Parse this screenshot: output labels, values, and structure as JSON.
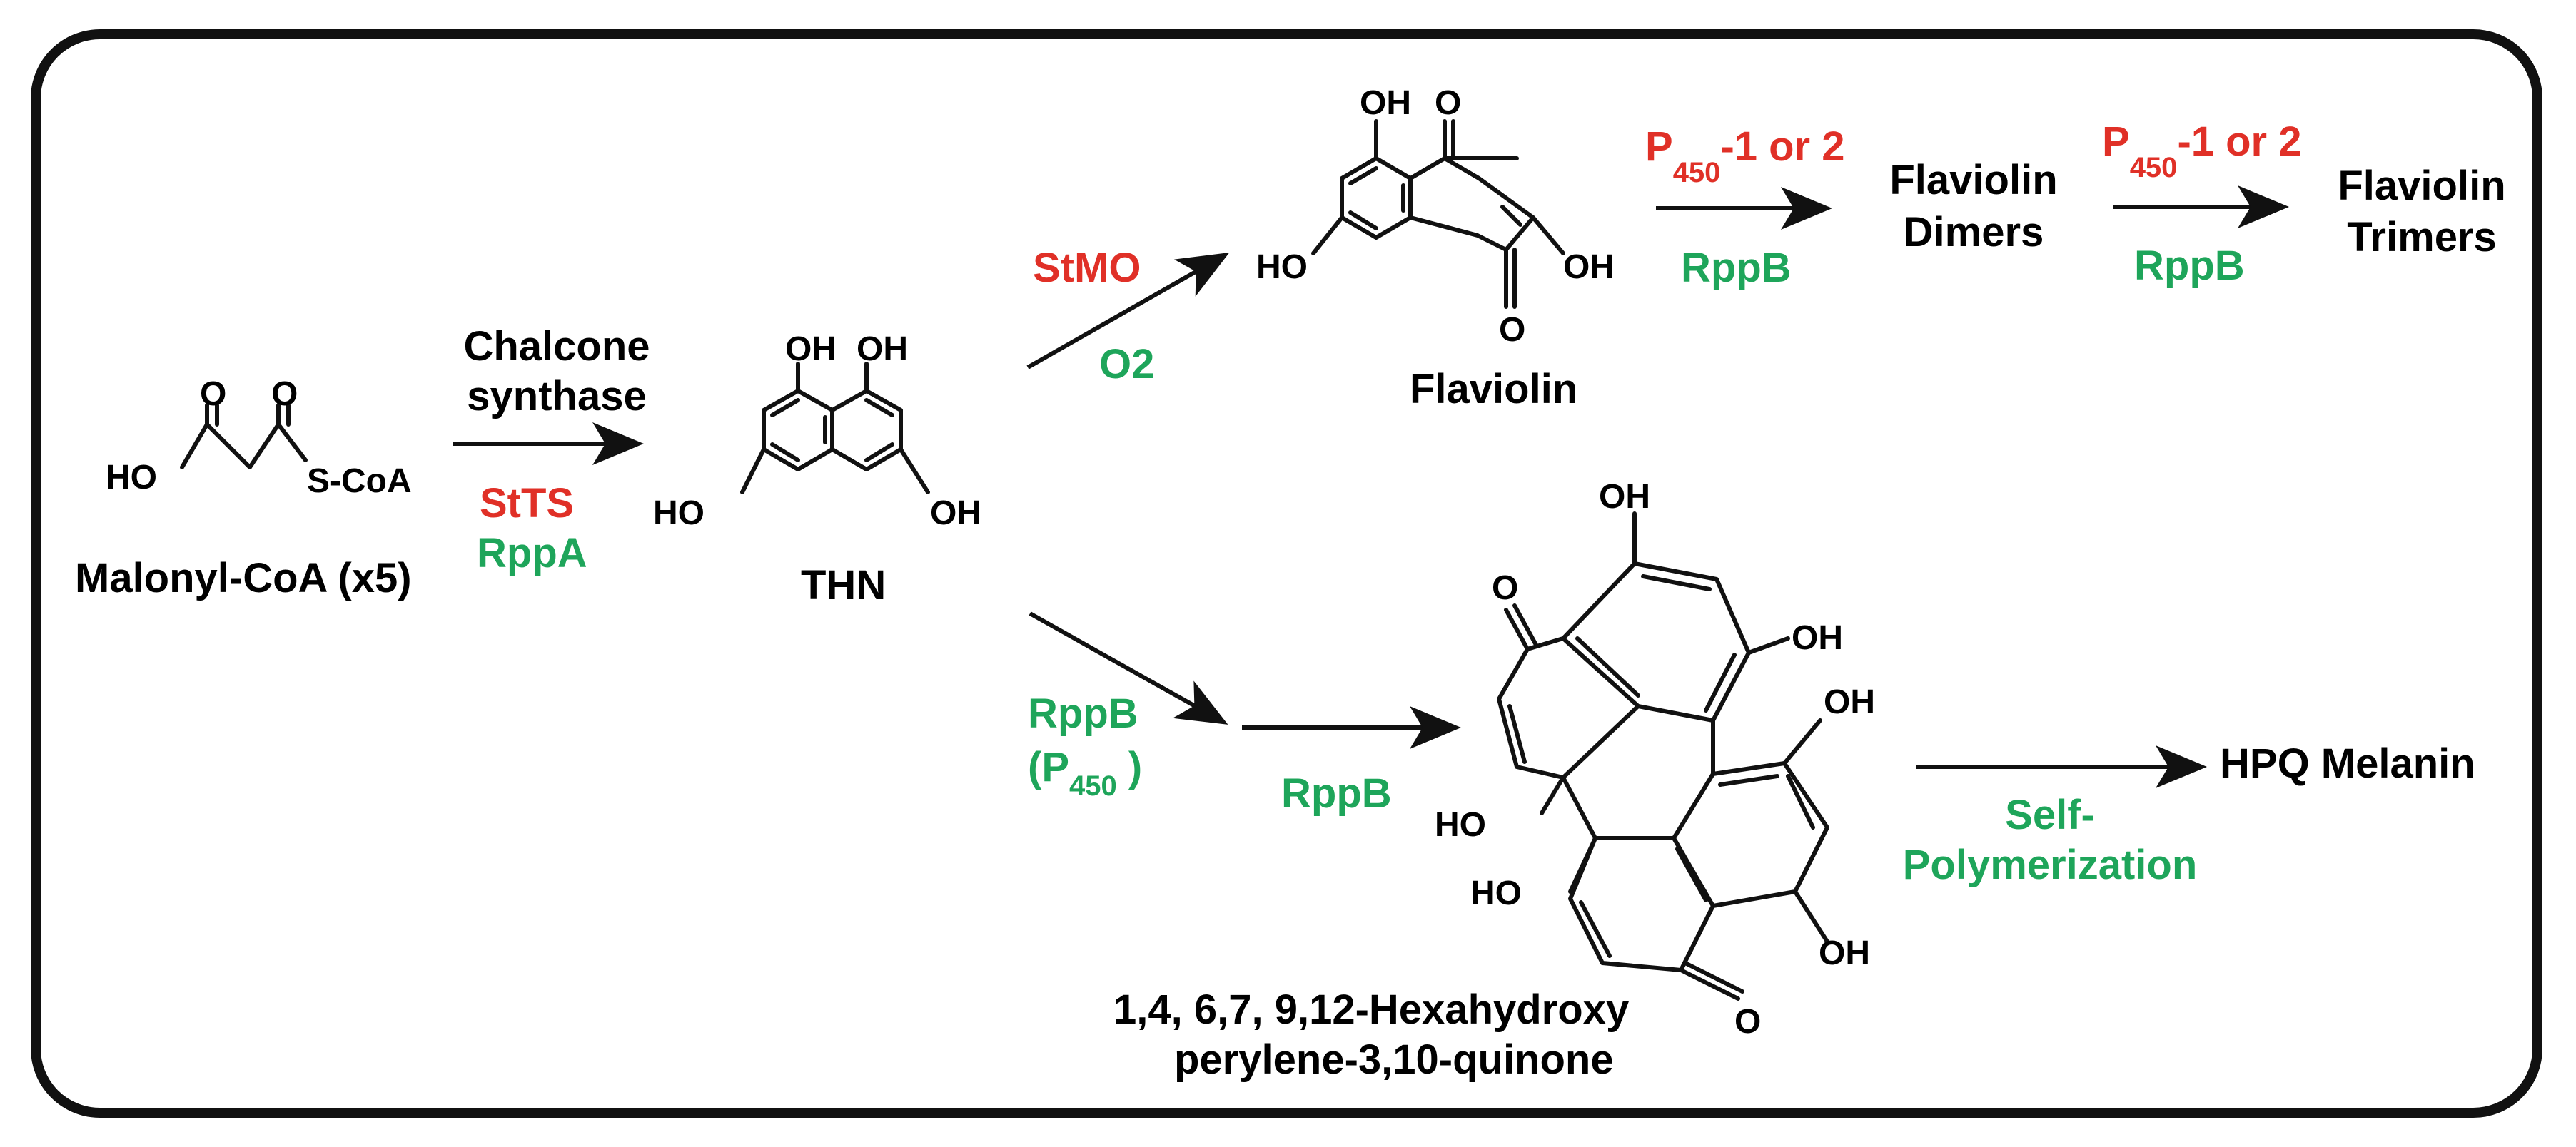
{
  "colors": {
    "black": "#111111",
    "red": "#e03027",
    "green": "#1ea55a",
    "border": "#111111"
  },
  "compounds": {
    "malonyl": {
      "name": "Malonyl-CoA (x5)",
      "ho": "HO",
      "o1": "O",
      "o2": "O",
      "scoa": "S-CoA"
    },
    "thn": {
      "name": "THN",
      "oh1": "OH",
      "oh2": "OH",
      "ho": "HO",
      "oh3": "OH"
    },
    "flaviolin": {
      "name": "Flaviolin",
      "oh_top": "OH",
      "o_top": "O",
      "ho": "HO",
      "oh_right": "OH",
      "o_bottom": "O"
    },
    "flaviolin_dimers": {
      "line1": "Flaviolin",
      "line2": "Dimers"
    },
    "flaviolin_trimers": {
      "line1": "Flaviolin",
      "line2": "Trimers"
    },
    "hpq": {
      "name_line1": "1,4, 6,7, 9,12-Hexahydroxy",
      "name_line2": "perylene-3,10-quinone",
      "oh_top": "OH",
      "o_left": "O",
      "oh_tr": "OH",
      "oh_r1": "OH",
      "ho_l1": "HO",
      "ho_l2": "HO",
      "oh_br": "OH",
      "o_bottom": "O"
    },
    "hpq_melanin": {
      "name": "HPQ Melanin"
    }
  },
  "labels": {
    "chalcone_line1": "Chalcone",
    "chalcone_line2": "synthase",
    "ststs": "StTS",
    "rppa": "RppA",
    "stmo": "StMO",
    "o2": "O2",
    "p450_a": {
      "p": "P",
      "sub": "450",
      "rest": "-1 or 2"
    },
    "rppb_a": "RppB",
    "p450_b": {
      "p": "P",
      "sub": "450",
      "rest": "-1 or 2"
    },
    "rppb_b": "RppB",
    "rppb_c": "RppB",
    "p450_paren": {
      "open": "(P",
      "sub": "450",
      "close": " )"
    },
    "rppb_d": "RppB",
    "self_line1": "Self-",
    "self_line2": "Polymerization"
  }
}
